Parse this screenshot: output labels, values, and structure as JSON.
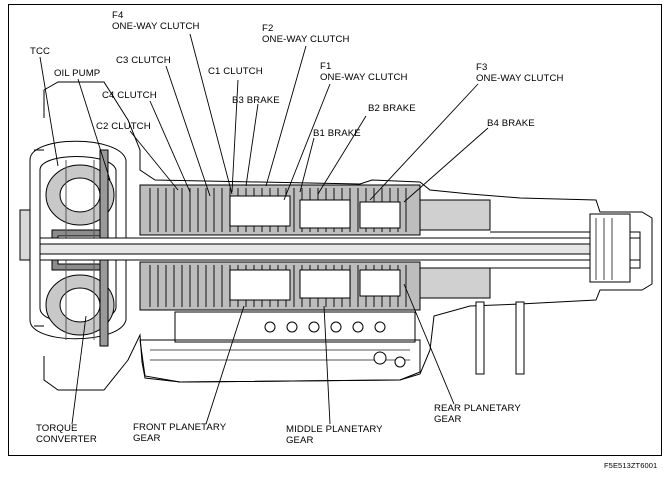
{
  "labels": {
    "tcc": "TCC",
    "oil_pump": "OIL PUMP",
    "c3_clutch": "C3 CLUTCH",
    "c4_clutch": "C4 CLUTCH",
    "c2_clutch": "C2 CLUTCH",
    "f4_line1": "F4",
    "f4_line2": "ONE-WAY CLUTCH",
    "f2_line1": "F2",
    "f2_line2": "ONE-WAY CLUTCH",
    "c1_clutch": "C1 CLUTCH",
    "b3_brake": "B3 BRAKE",
    "f1_line1": "F1",
    "f1_line2": "ONE-WAY CLUTCH",
    "b2_brake": "B2 BRAKE",
    "b1_brake": "B1 BRAKE",
    "f3_line1": "F3",
    "f3_line2": "ONE-WAY CLUTCH",
    "b4_brake": "B4 BRAKE",
    "torque_converter_line1": "TORQUE",
    "torque_converter_line2": "CONVERTER",
    "front_planetary_line1": "FRONT PLANETARY",
    "front_planetary_line2": "GEAR",
    "middle_planetary_line1": "MIDDLE PLANETARY",
    "middle_planetary_line2": "GEAR",
    "rear_planetary_line1": "REAR PLANETARY",
    "rear_planetary_line2": "GEAR",
    "figure_code": "F5E513ZT6001"
  },
  "colors": {
    "ink": "#000000",
    "paper": "#ffffff",
    "shade": "#bfbfbf",
    "dark": "#3a3a3a"
  }
}
